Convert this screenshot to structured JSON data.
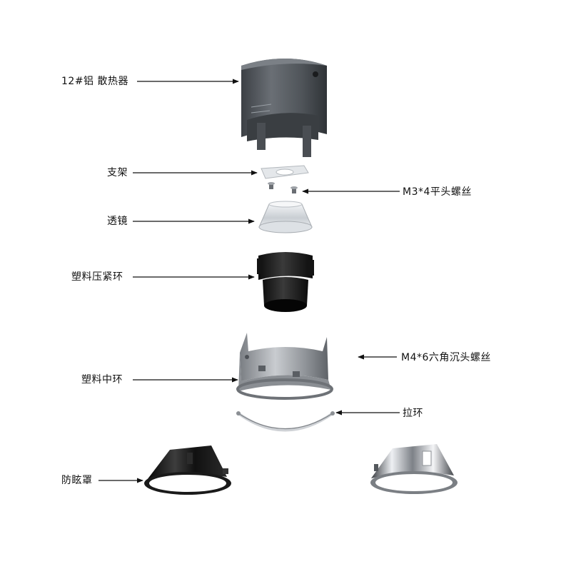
{
  "diagram": {
    "colors": {
      "arrow": "#111111",
      "heatsink": "#55595e",
      "plastic": "#1c1c1c",
      "metal": "#a4a8ad",
      "chrome": "#d8dbe0",
      "background": "#ffffff"
    },
    "labels": {
      "heatsink": "12#铝 散热器",
      "bracket": "支架",
      "flat_screw": "M3*4平头螺丝",
      "lens": "透镜",
      "pressure_ring": "塑料压紧环",
      "hex_screw": "M4*6六角沉头螺丝",
      "middle_ring": "塑料中环",
      "pull_ring": "拉环",
      "antiglare_cover": "防眩罩"
    }
  }
}
